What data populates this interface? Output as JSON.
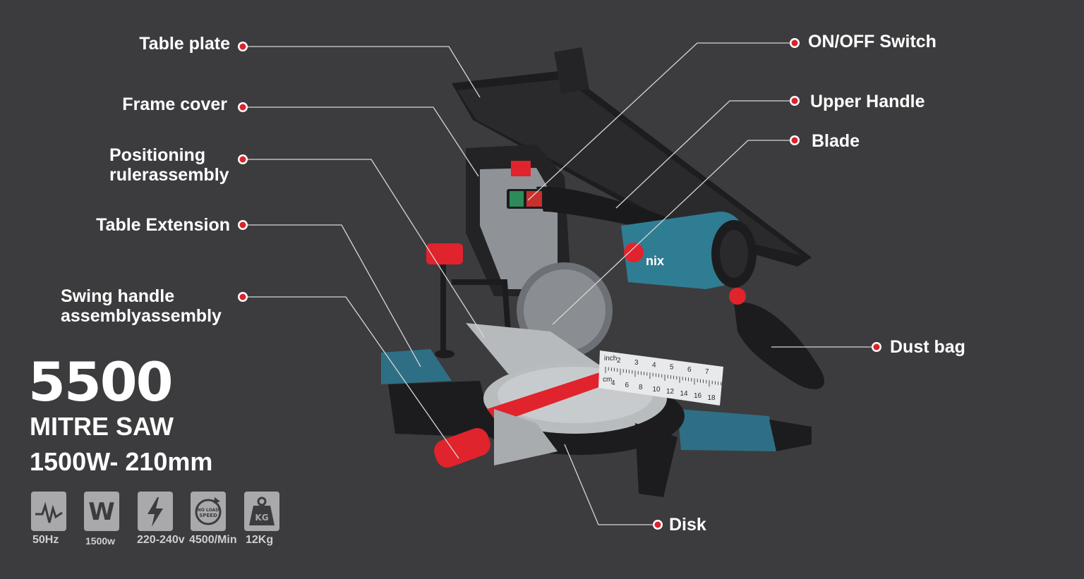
{
  "colors": {
    "background": "#3c3c3e",
    "callout_dot": "#d8232a",
    "callout_line": "#d6d6d6",
    "saw_base_blue": "#2e6f86",
    "saw_accent_red": "#e0232c",
    "saw_body_gray": "#9ea2a6"
  },
  "callouts": {
    "table_plate": "Table plate",
    "frame_cover": "Frame cover",
    "positioning_line1": "Positioning",
    "positioning_line2": "rulerassembly",
    "table_extension": "Table Extension",
    "swing_line1": "Swing handle",
    "swing_line2": "assemblyassembly",
    "on_off_switch": "ON/OFF Switch",
    "upper_handle": "Upper Handle",
    "blade": "Blade",
    "dust_bag": "Dust bag",
    "disk": "Disk"
  },
  "brand_on_motor": "nix",
  "product": {
    "model_number": "5500",
    "name": "MITRE SAW",
    "spec_line": "1500W- 210mm"
  },
  "spec_icons": [
    {
      "icon": "frequency-wave-icon",
      "caption": "50Hz"
    },
    {
      "icon": "watt-w-icon",
      "caption": "1500w"
    },
    {
      "icon": "lightning-bolt-icon",
      "caption": "220-240v"
    },
    {
      "icon": "no-load-speed-icon",
      "icon_text_1": "NO LOAD",
      "icon_text_2": "SPEED",
      "caption": "4500/Min"
    },
    {
      "icon": "weight-kg-icon",
      "icon_text_1": "KG",
      "caption": "12Kg"
    }
  ],
  "ruler_inch_label": "inch",
  "ruler_inch_ticks": [
    "2",
    "3",
    "4",
    "5",
    "6",
    "7"
  ],
  "ruler_cm_label": "cm",
  "ruler_cm_ticks": [
    "4",
    "6",
    "8",
    "10",
    "12",
    "14",
    "16",
    "18"
  ]
}
